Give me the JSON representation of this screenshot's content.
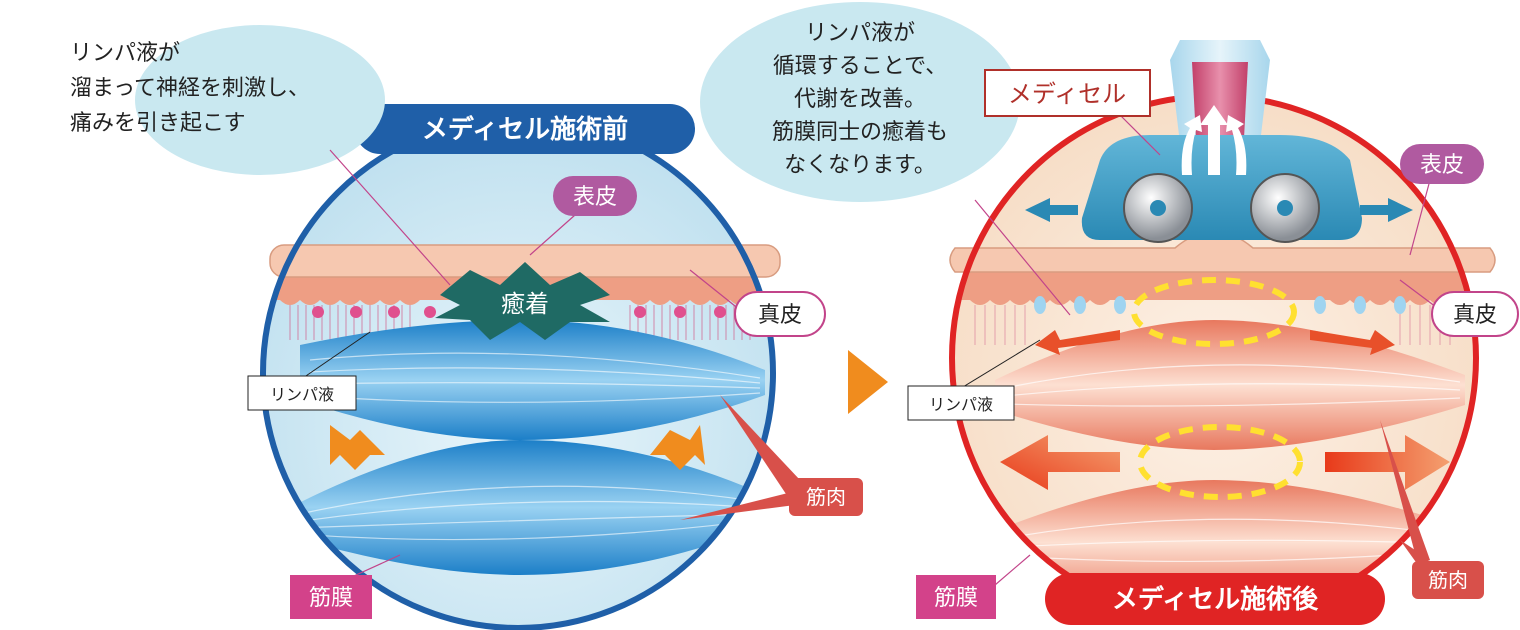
{
  "left": {
    "title": "メディセル施術前",
    "bubble_lines": [
      "リンパ液が",
      "溜まって神経を刺激し、",
      "痛みを引き起こす"
    ],
    "labels": {
      "epidermis": "表皮",
      "dermis": "真皮",
      "adhesion": "癒着",
      "lymph": "リンパ液",
      "muscle": "筋肉",
      "fascia": "筋膜"
    }
  },
  "right": {
    "title": "メディセル施術後",
    "bubble_lines": [
      "リンパ液が",
      "循環することで、",
      "代謝を改善。",
      "筋膜同士の癒着も",
      "なくなります。"
    ],
    "labels": {
      "device": "メディセル",
      "epidermis": "表皮",
      "dermis": "真皮",
      "lymph": "リンパ液",
      "muscle": "筋肉",
      "fascia": "筋膜"
    }
  },
  "colors": {
    "before_circle": "#1f5fa8",
    "after_circle": "#e02424",
    "skin_pale": "#f6c8b0",
    "dermis": "#ee9e84",
    "muscle_blue": "#3a9ad8",
    "muscle_red": "#f0907a",
    "bubble": "#c9e8f0",
    "magenta": "#c2448a",
    "arrow_orange": "#f08c1e"
  },
  "icons": [
    "arrow-right-icon",
    "lightning-icon",
    "device-roller-icon"
  ]
}
